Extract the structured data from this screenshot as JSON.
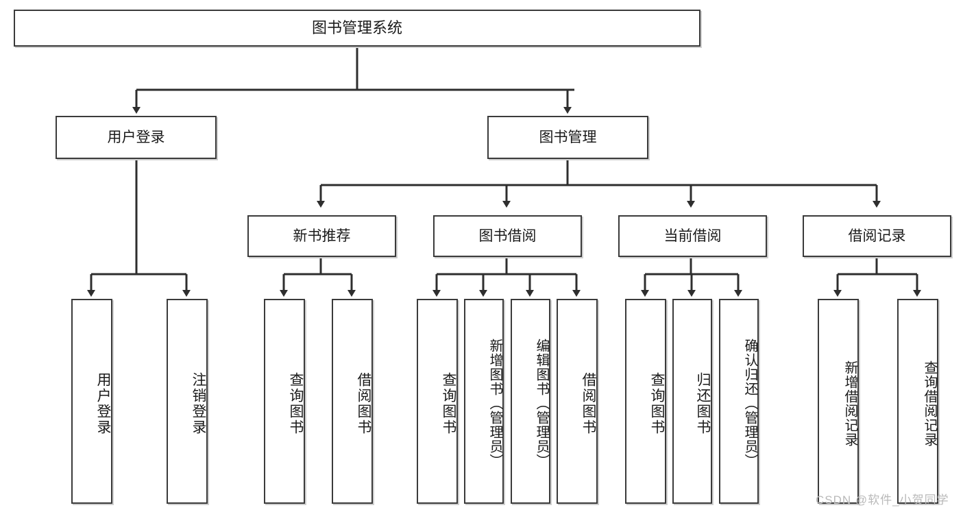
{
  "diagram": {
    "type": "tree-hierarchy-chart",
    "title": "图书管理系统",
    "colors": {
      "stroke": "#3a3a3a",
      "fill": "#ffffff",
      "text": "#1a1a1a",
      "watermark": "#b9b9b9"
    },
    "watermark": "CSDN @软件_小贺同学",
    "levels": {
      "root": {
        "label": "图书管理系统"
      },
      "level2": [
        {
          "label": "用户登录"
        },
        {
          "label": "图书管理"
        }
      ],
      "level3": [
        {
          "label": "新书推荐"
        },
        {
          "label": "图书借阅"
        },
        {
          "label": "当前借阅"
        },
        {
          "label": "借阅记录"
        }
      ],
      "level4": [
        {
          "label": "用户登录",
          "parent": "用户登录"
        },
        {
          "label": "注销登录",
          "parent": "用户登录"
        },
        {
          "label": "查询图书",
          "parent": "新书推荐"
        },
        {
          "label": "借阅图书",
          "parent": "新书推荐"
        },
        {
          "label": "查询图书",
          "parent": "图书借阅"
        },
        {
          "label": "新增图书（管理员）",
          "parent": "图书借阅"
        },
        {
          "label": "编辑图书（管理员）",
          "parent": "图书借阅"
        },
        {
          "label": "借阅图书",
          "parent": "图书借阅"
        },
        {
          "label": "查询图书",
          "parent": "当前借阅"
        },
        {
          "label": "归还图书",
          "parent": "当前借阅"
        },
        {
          "label": "确认归还（管理员）",
          "parent": "当前借阅"
        },
        {
          "label": "新增借阅记录",
          "parent": "借阅记录"
        },
        {
          "label": "查询借阅记录",
          "parent": "借阅记录"
        }
      ]
    }
  }
}
